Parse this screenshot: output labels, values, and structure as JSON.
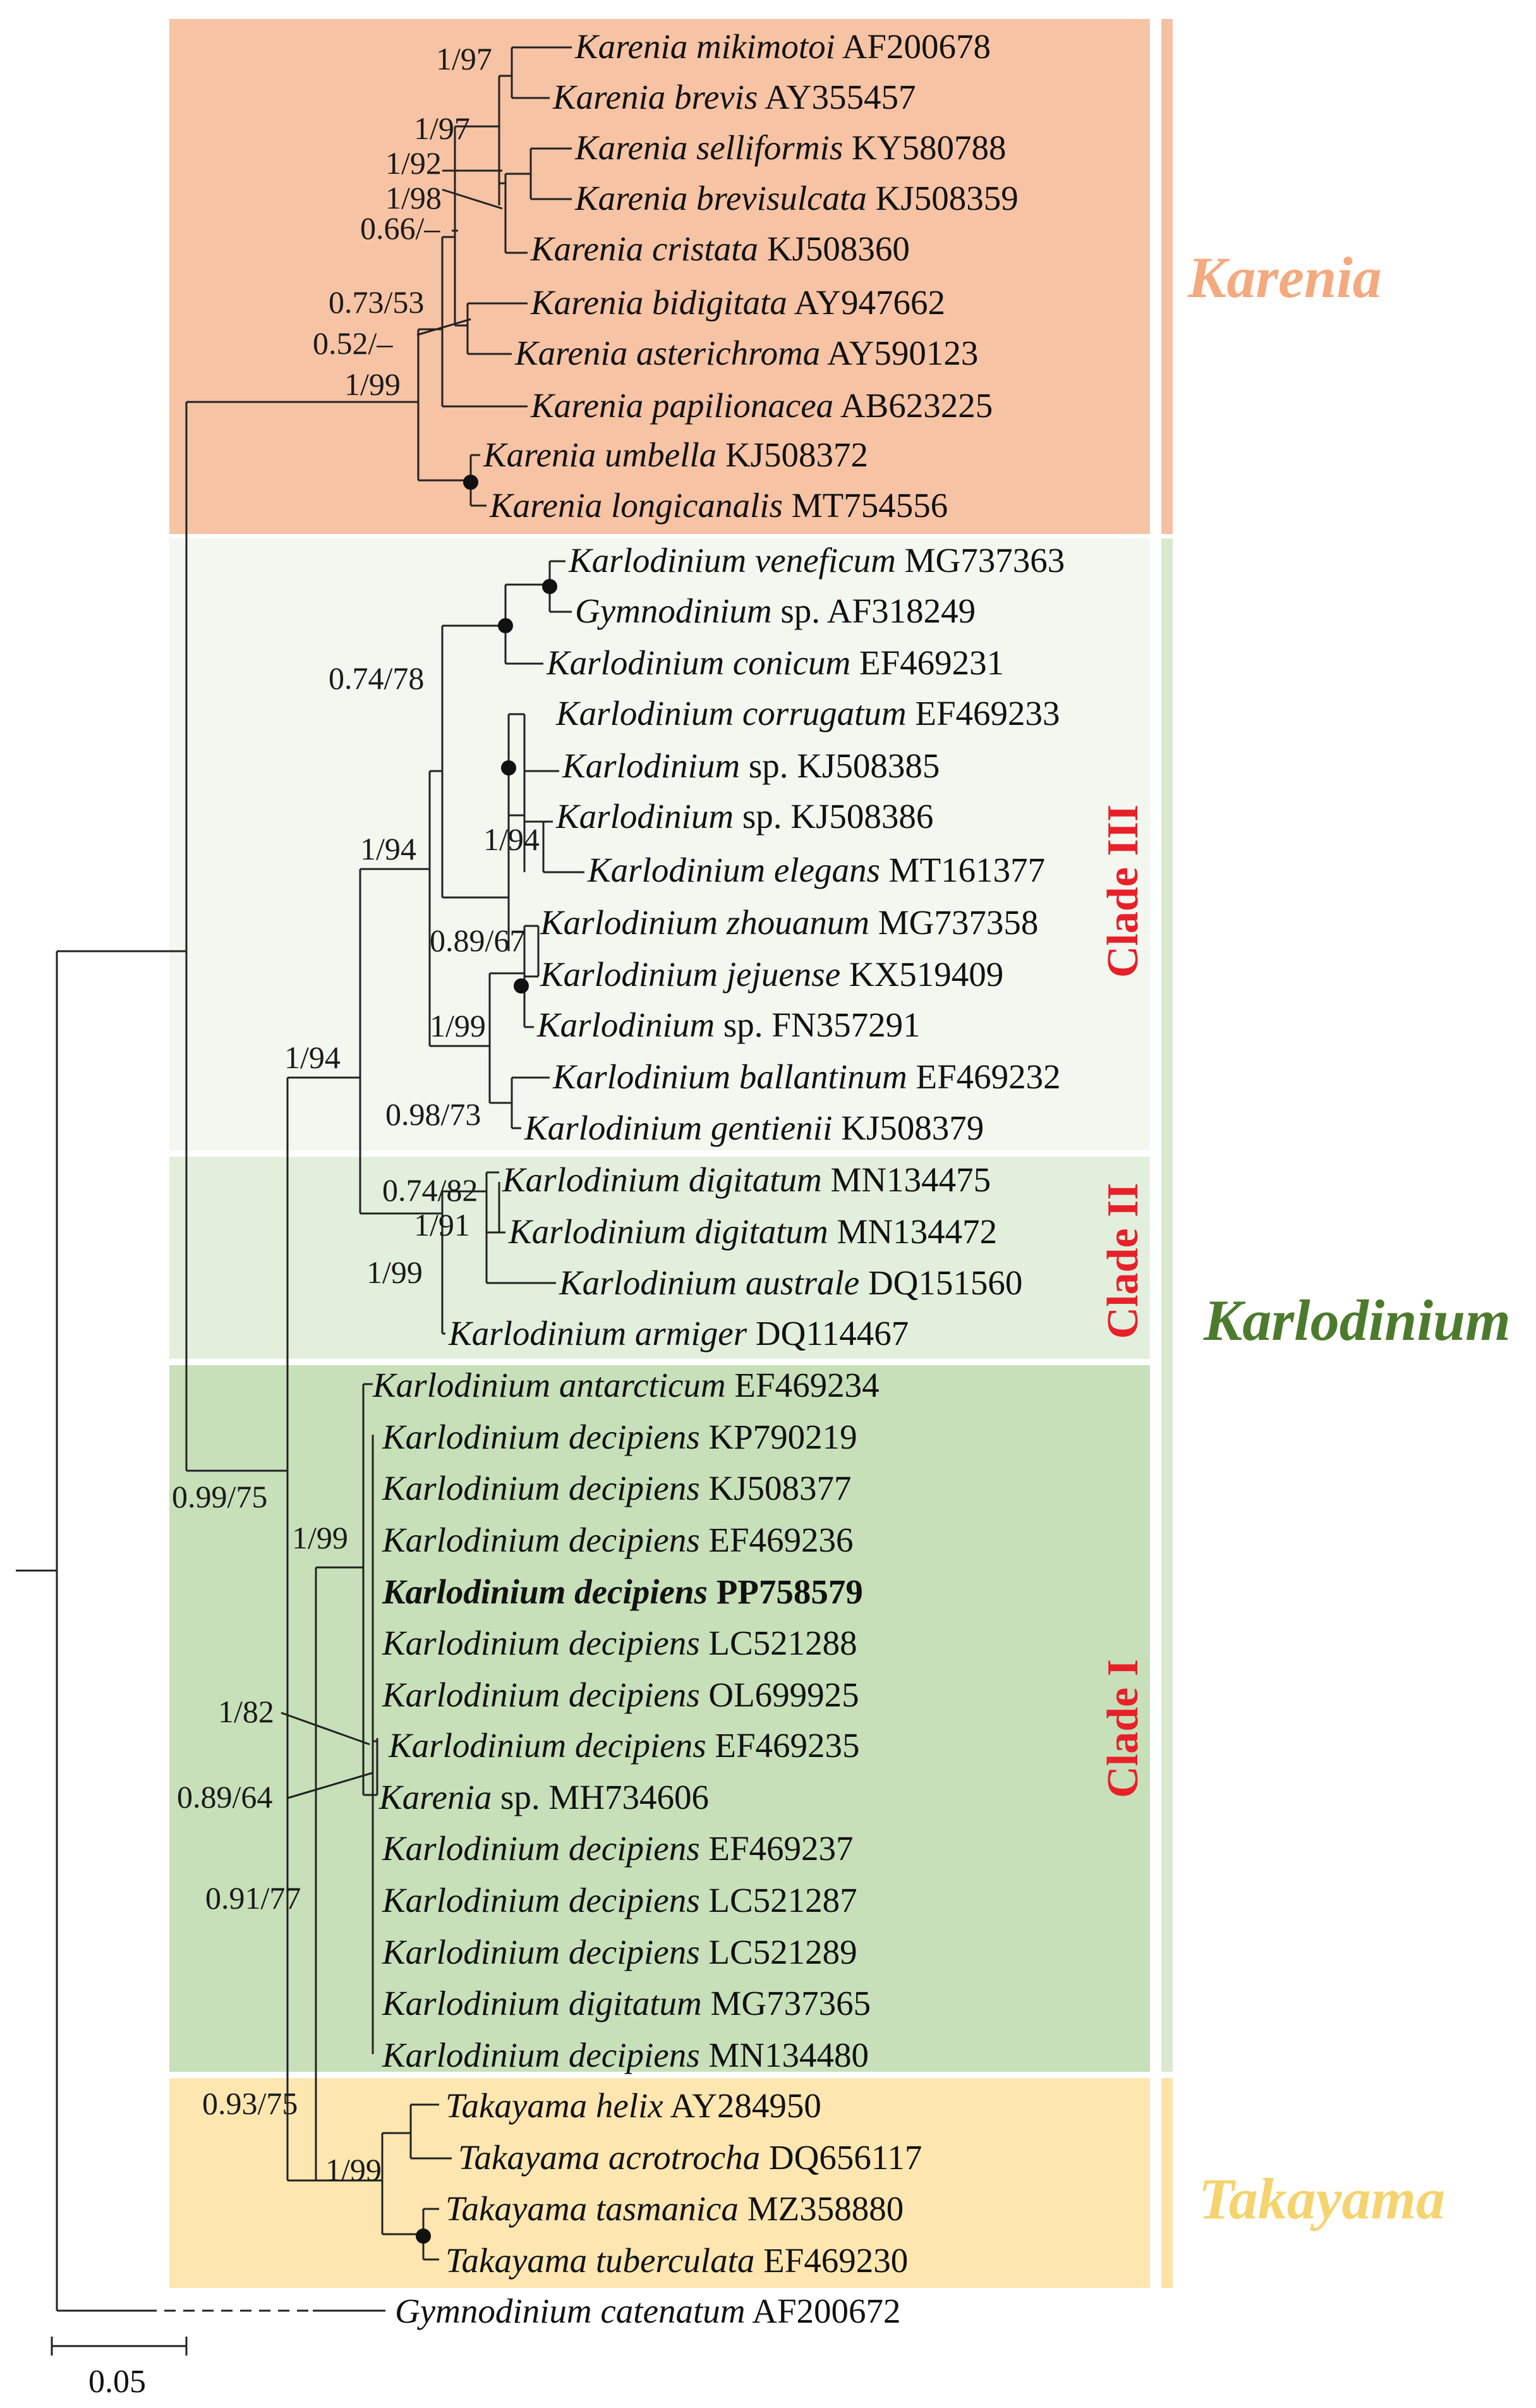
{
  "groups": {
    "karenia": {
      "label": "Karenia",
      "color": "#f4a97f",
      "panel_color": "#f6c3a4",
      "bar_color": "#f6c0a3"
    },
    "karlodinium": {
      "label": "Karlodinium",
      "color": "#4d7b2d",
      "bar_color": "#d9e9cf"
    },
    "takayama": {
      "label": "Takayama",
      "color": "#f5d36e",
      "panel_color": "#fde6b0",
      "bar_color": "#fde3a6"
    }
  },
  "clades": [
    {
      "label": "Clade III",
      "panel_color": "#f2f7ef"
    },
    {
      "label": "Clade II",
      "panel_color": "#e2efdc"
    },
    {
      "label": "Clade I",
      "panel_color": "#c7e0b9"
    }
  ],
  "taxa": [
    {
      "species": "Karenia mikimotoi",
      "accession": "AF200678"
    },
    {
      "species": "Karenia brevis",
      "accession": "AY355457"
    },
    {
      "species": "Karenia selliformis",
      "accession": "KY580788"
    },
    {
      "species": "Karenia brevisulcata",
      "accession": "KJ508359"
    },
    {
      "species": "Karenia cristata",
      "accession": "KJ508360"
    },
    {
      "species": "Karenia bidigitata",
      "accession": "AY947662"
    },
    {
      "species": "Karenia asterichroma",
      "accession": "AY590123"
    },
    {
      "species": "Karenia papilionacea",
      "accession": "AB623225"
    },
    {
      "species": "Karenia umbella",
      "accession": "KJ508372"
    },
    {
      "species": "Karenia longicanalis",
      "accession": "MT754556"
    },
    {
      "species": "Karlodinium veneficum",
      "accession": "MG737363"
    },
    {
      "species": "Gymnodinium",
      "qualifier": "sp.",
      "accession": "AF318249"
    },
    {
      "species": "Karlodinium conicum",
      "accession": "EF469231"
    },
    {
      "species": "Karlodinium corrugatum",
      "accession": "EF469233"
    },
    {
      "species": "Karlodinium",
      "qualifier": "sp.",
      "accession": "KJ508385"
    },
    {
      "species": "Karlodinium",
      "qualifier": "sp.",
      "accession": "KJ508386"
    },
    {
      "species": "Karlodinium elegans",
      "accession": "MT161377"
    },
    {
      "species": "Karlodinium zhouanum",
      "accession": "MG737358"
    },
    {
      "species": "Karlodinium jejuense",
      "accession": "KX519409"
    },
    {
      "species": "Karlodinium",
      "qualifier": "sp.",
      "accession": "FN357291"
    },
    {
      "species": "Karlodinium ballantinum",
      "accession": "EF469232"
    },
    {
      "species": "Karlodinium gentienii",
      "accession": "KJ508379"
    },
    {
      "species": "Karlodinium digitatum",
      "accession": "MN134475"
    },
    {
      "species": "Karlodinium digitatum",
      "accession": "MN134472"
    },
    {
      "species": "Karlodinium australe",
      "accession": "DQ151560"
    },
    {
      "species": "Karlodinium armiger",
      "accession": "DQ114467"
    },
    {
      "species": "Karlodinium antarcticum",
      "accession": "EF469234"
    },
    {
      "species": "Karlodinium decipiens",
      "accession": "KP790219"
    },
    {
      "species": "Karlodinium decipiens",
      "accession": "KJ508377"
    },
    {
      "species": "Karlodinium decipiens",
      "accession": "EF469236"
    },
    {
      "species": "Karlodinium decipiens",
      "accession": "PP758579",
      "bold": true
    },
    {
      "species": "Karlodinium decipiens",
      "accession": "LC521288"
    },
    {
      "species": "Karlodinium decipiens",
      "accession": "OL699925"
    },
    {
      "species": "Karlodinium decipiens",
      "accession": "EF469235"
    },
    {
      "species": "Karenia",
      "qualifier": "sp.",
      "accession": "MH734606"
    },
    {
      "species": "Karlodinium decipiens",
      "accession": "EF469237"
    },
    {
      "species": "Karlodinium decipiens",
      "accession": "LC521287"
    },
    {
      "species": "Karlodinium decipiens",
      "accession": "LC521289"
    },
    {
      "species": "Karlodinium digitatum",
      "accession": "MG737365"
    },
    {
      "species": "Karlodinium decipiens",
      "accession": "MN134480"
    },
    {
      "species": "Takayama helix",
      "accession": "AY284950"
    },
    {
      "species": "Takayama acrotrocha",
      "accession": "DQ656117"
    },
    {
      "species": "Takayama tasmanica",
      "accession": "MZ358880"
    },
    {
      "species": "Takayama tuberculata",
      "accession": "EF469230"
    },
    {
      "species": "Gymnodinium catenatum",
      "accession": "AF200672"
    }
  ],
  "support_values": [
    "1/97",
    "1/97",
    "1/92",
    "1/98",
    "0.66/–",
    "0.73/53",
    "0.52/–",
    "1/99",
    "0.74/78",
    "1/94",
    "1/94",
    "0.89/67",
    "1/99",
    "0.98/73",
    "1/94",
    "0.74/82",
    "1/91",
    "1/99",
    "0.99/75",
    "1/99",
    "1/82",
    "0.89/64",
    "0.91/77",
    "0.93/75",
    "1/99"
  ],
  "full_support_marker": "filled circle",
  "scale_bar": {
    "label": "0.05"
  }
}
